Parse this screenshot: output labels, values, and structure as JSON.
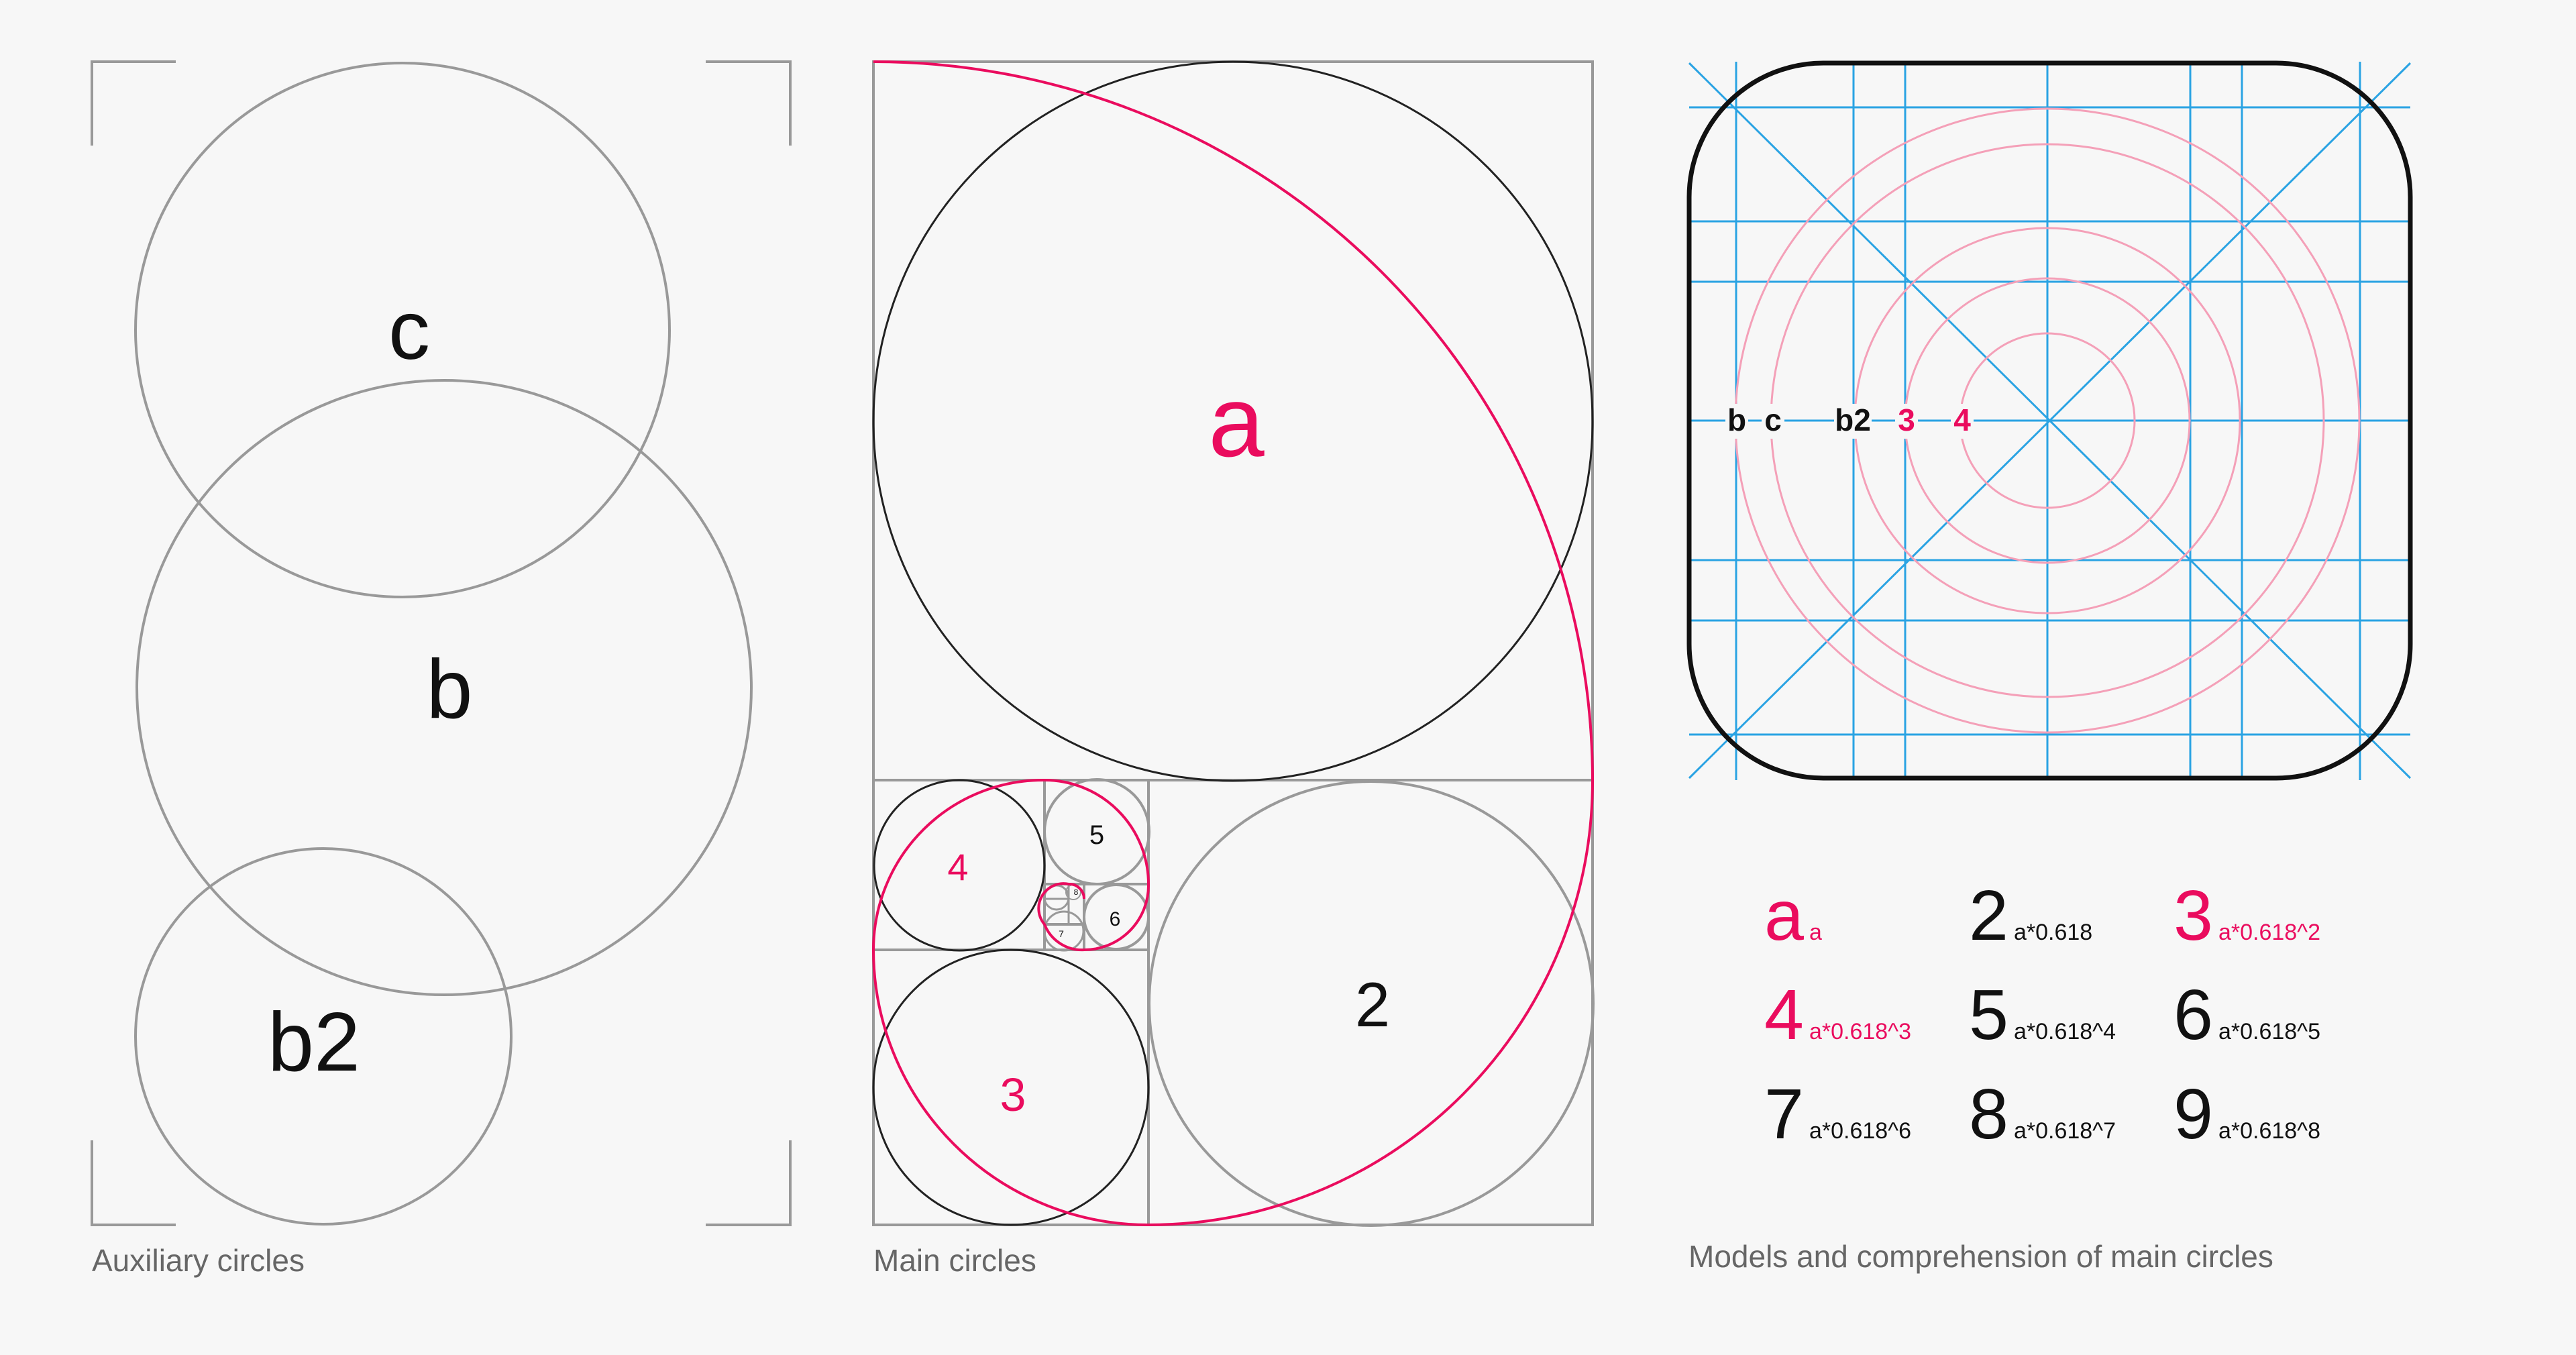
{
  "colors": {
    "accent": "#ea0c5e",
    "line_gray": "#999999",
    "grid_blue": "#2aa3e3",
    "ring_pink": "#f4a0b8",
    "ink": "#111111",
    "caption": "#666666"
  },
  "auxiliary": {
    "caption": "Auxiliary circles",
    "labels": {
      "c": "c",
      "b": "b",
      "b2": "b2"
    }
  },
  "main": {
    "caption": "Main circles",
    "labels": {
      "a": "a",
      "n2": "2",
      "n3": "3",
      "n4": "4",
      "n5": "5",
      "n6": "6",
      "n7": "7",
      "n8": "8"
    }
  },
  "model": {
    "caption": "Models and comprehension of main circles",
    "axis_labels": [
      {
        "text": "b",
        "color": "ink"
      },
      {
        "text": "c",
        "color": "ink"
      },
      {
        "text": "b2",
        "color": "ink"
      },
      {
        "text": "3",
        "color": "accent"
      },
      {
        "text": "4",
        "color": "accent"
      }
    ]
  },
  "legend": [
    {
      "num": "a",
      "formula": "a",
      "color": "accent"
    },
    {
      "num": "2",
      "formula": "a*0.618",
      "color": "ink"
    },
    {
      "num": "3",
      "formula": "a*0.618^2",
      "color": "accent"
    },
    {
      "num": "4",
      "formula": "a*0.618^3",
      "color": "accent"
    },
    {
      "num": "5",
      "formula": "a*0.618^4",
      "color": "ink"
    },
    {
      "num": "6",
      "formula": "a*0.618^5",
      "color": "ink"
    },
    {
      "num": "7",
      "formula": "a*0.618^6",
      "color": "ink"
    },
    {
      "num": "8",
      "formula": "a*0.618^7",
      "color": "ink"
    },
    {
      "num": "9",
      "formula": "a*0.618^8",
      "color": "ink"
    }
  ]
}
